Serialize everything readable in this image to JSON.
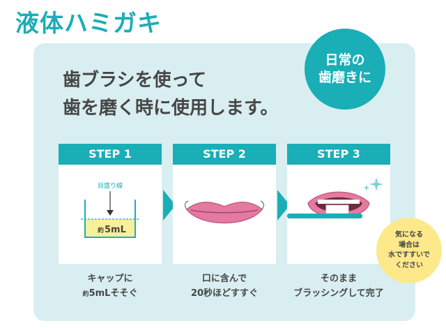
{
  "title": "液体ハミガキ",
  "badge": {
    "line1": "日常の",
    "line2": "歯磨きに"
  },
  "headline": {
    "line1": "歯ブラシを使って",
    "line2": "歯を磨く時に使用します。"
  },
  "steps": [
    {
      "label": "STEP 1",
      "cup_label": "目盛り線",
      "cup_mark_prefix": "約",
      "cup_mark_value": "5mL",
      "caption_line1": "キャップに",
      "caption_line2_prefix": "約",
      "caption_line2_rest": "5mLそそぐ"
    },
    {
      "label": "STEP 2",
      "caption_line1": "口に含んで",
      "caption_line2": "20秒ほどすすぐ"
    },
    {
      "label": "STEP 3",
      "caption_line1": "そのまま",
      "caption_line2": "ブラッシングして完了"
    }
  ],
  "bubble": {
    "line1": "気になる",
    "line2": "場合は",
    "line3": "水ですすいで",
    "line4": "ください"
  },
  "colors": {
    "teal": "#1aaeb6",
    "panel": "#d9eef0",
    "lip": "#e47aa0",
    "liquid": "#f7f09a",
    "bubble": "#fde98a",
    "text": "#464646"
  }
}
